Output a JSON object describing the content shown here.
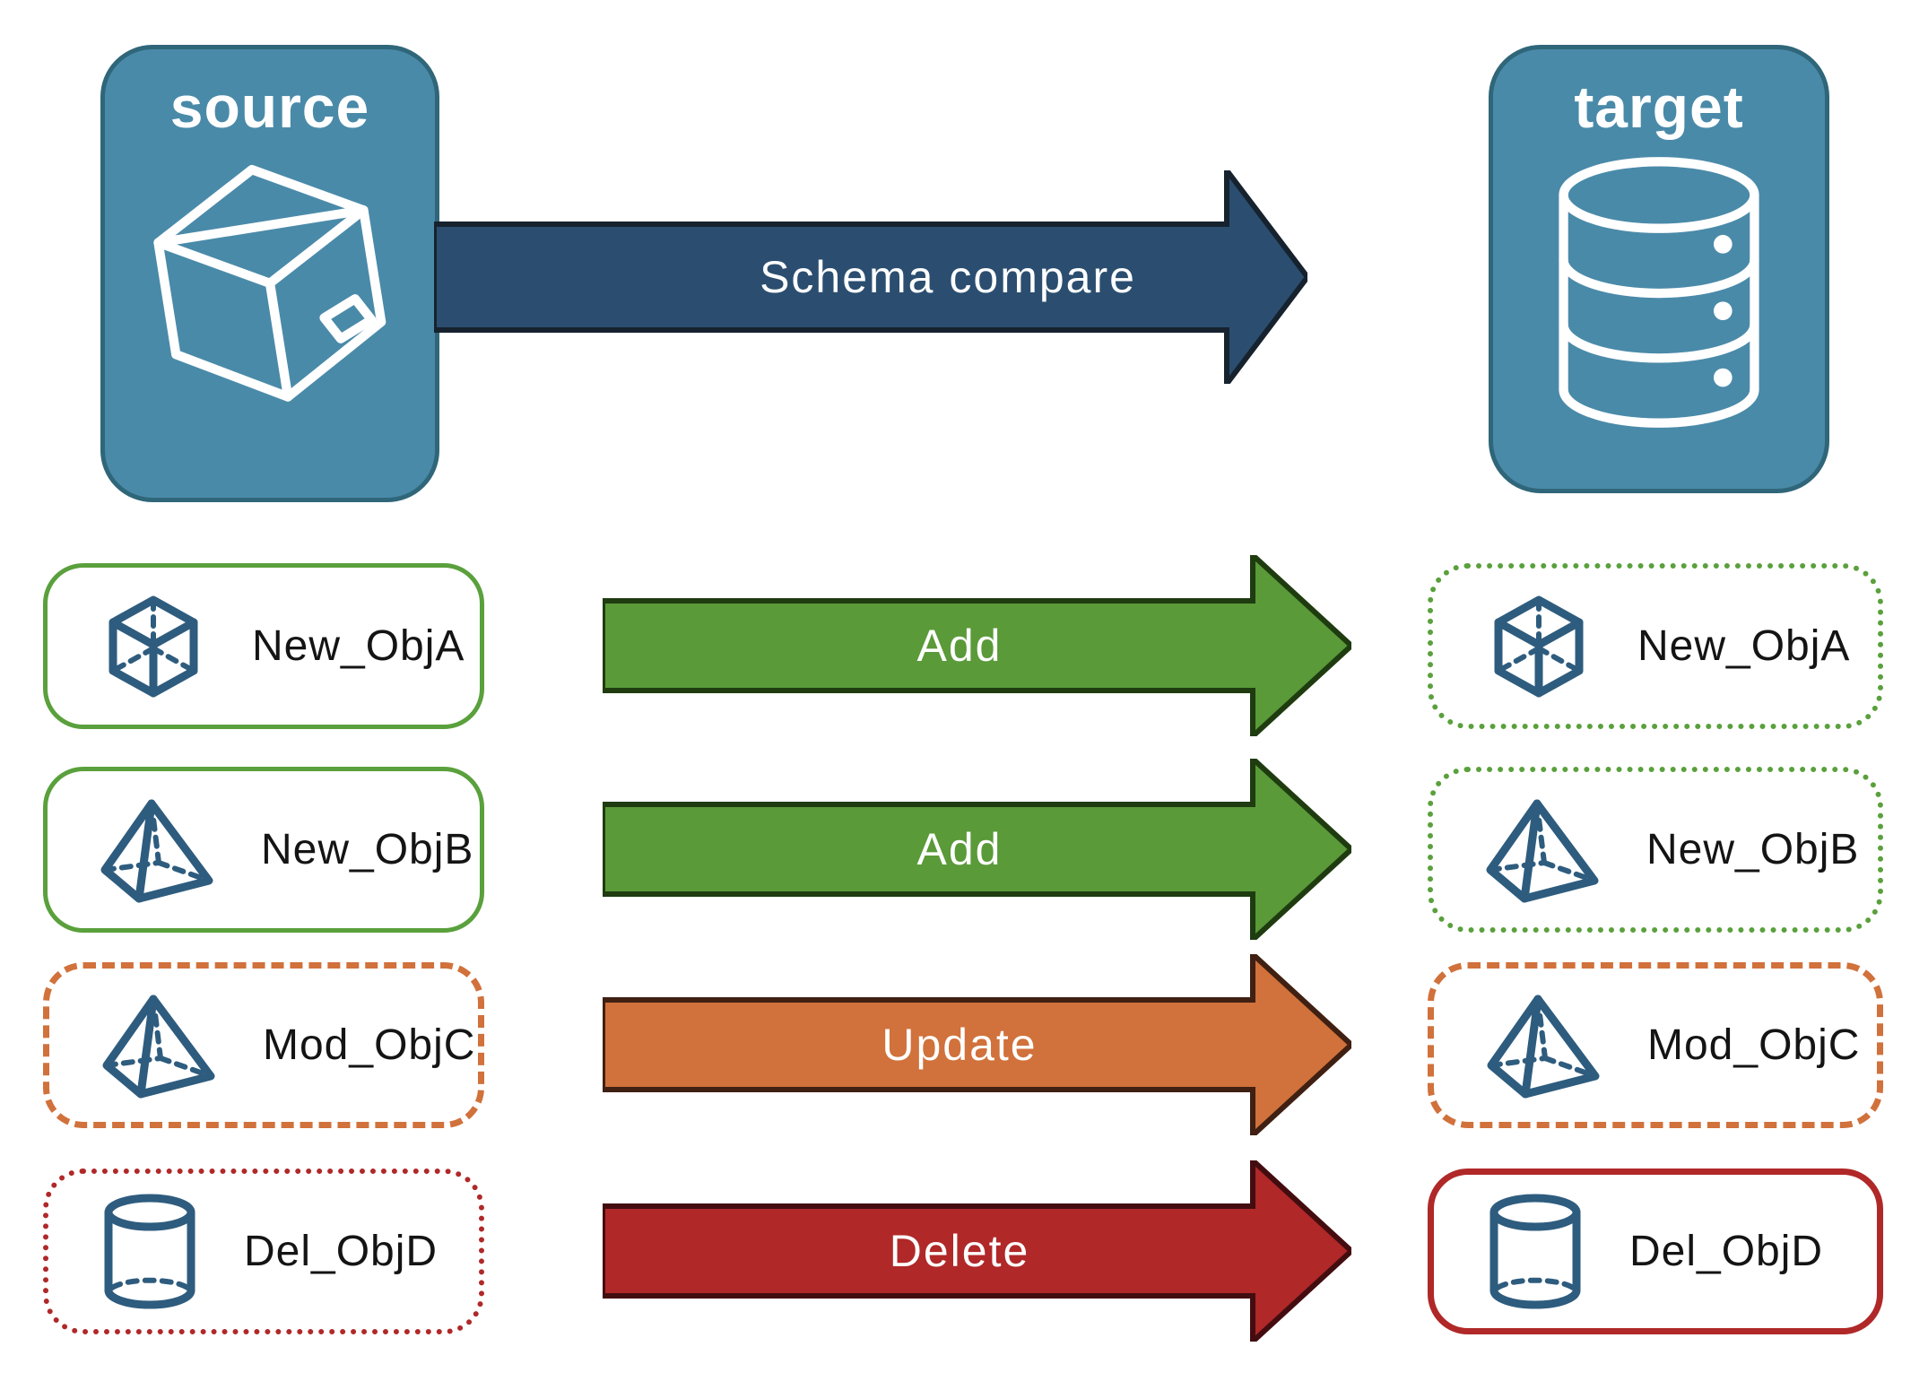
{
  "source_node": {
    "label": "source",
    "icon": "package-icon"
  },
  "target_node": {
    "label": "target",
    "icon": "database-icon"
  },
  "schema_arrow": {
    "label": "Schema compare"
  },
  "rows": [
    {
      "source": {
        "label": "New_ObjA",
        "icon": "cube-icon",
        "border": "green-solid"
      },
      "arrow": {
        "label": "Add",
        "color": "green"
      },
      "target": {
        "label": "New_ObjA",
        "icon": "cube-icon",
        "border": "green-dotted"
      }
    },
    {
      "source": {
        "label": "New_ObjB",
        "icon": "pyramid-icon",
        "border": "green-solid"
      },
      "arrow": {
        "label": "Add",
        "color": "green"
      },
      "target": {
        "label": "New_ObjB",
        "icon": "pyramid-icon",
        "border": "green-dotted"
      }
    },
    {
      "source": {
        "label": "Mod_ObjC",
        "icon": "pyramid-icon",
        "border": "orange-dashed"
      },
      "arrow": {
        "label": "Update",
        "color": "orange"
      },
      "target": {
        "label": "Mod_ObjC",
        "icon": "pyramid-icon",
        "border": "orange-dashed"
      }
    },
    {
      "source": {
        "label": "Del_ObjD",
        "icon": "cylinder-icon",
        "border": "red-dotted"
      },
      "arrow": {
        "label": "Delete",
        "color": "red"
      },
      "target": {
        "label": "Del_ObjD",
        "icon": "cylinder-icon",
        "border": "red-solid"
      }
    }
  ],
  "palette": {
    "node_fill": "#4a8aa9",
    "node_border": "#2f6679",
    "schema_arrow_fill": "#2b4e70",
    "schema_arrow_stroke": "#16222e",
    "add_fill": "#5a9a39",
    "add_stroke": "#1f3c10",
    "update_fill": "#d1713b",
    "update_stroke": "#3f2012",
    "delete_fill": "#b02828",
    "delete_stroke": "#430d10",
    "green_border": "#5aa03c",
    "orange_border": "#d1713b",
    "red_border": "#b02828",
    "icon_color": "#2e5c7e"
  }
}
